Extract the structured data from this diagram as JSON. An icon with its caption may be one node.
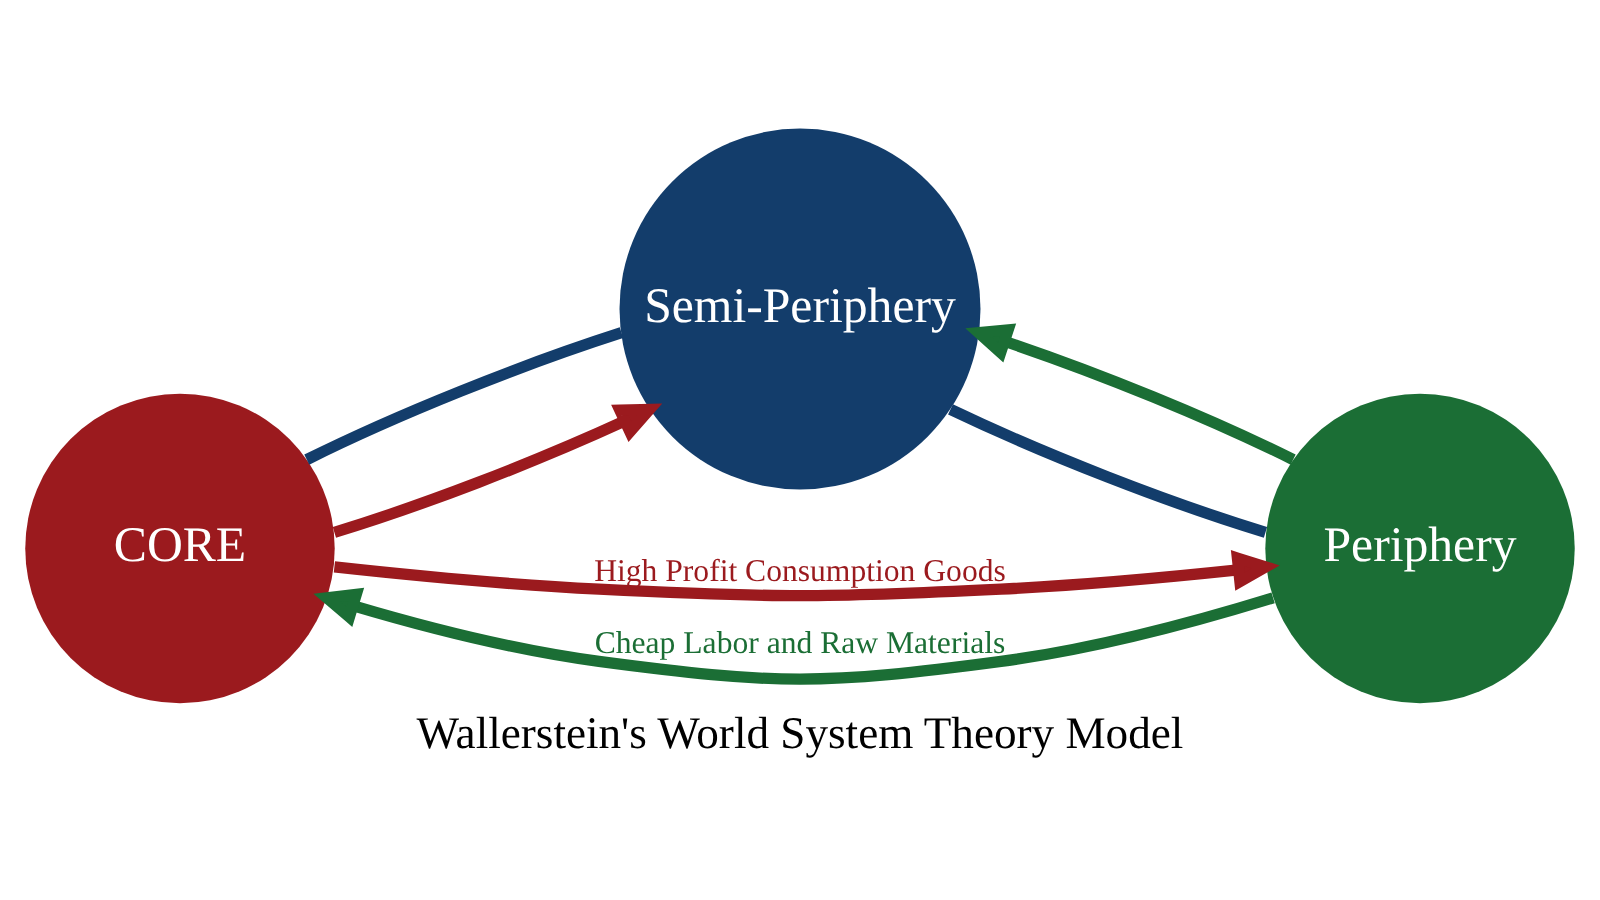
{
  "diagram": {
    "caption": "Wallerstein's World System Theory Model",
    "nodes": [
      {
        "text": [
          "CORE"
        ]
      },
      {
        "text": [
          "Semi-Periphery"
        ]
      },
      {
        "text": [
          "Periphery"
        ]
      }
    ],
    "edges": [
      {
        "from": 0,
        "to": 2,
        "arrow": "to",
        "label": "High Profit Consumption Goods",
        "color": "#9b1a1e"
      },
      {
        "from": 0,
        "to": 1,
        "arrow": "to",
        "color": "#9b1a1e"
      },
      {
        "from": 2,
        "to": 0,
        "arrow": "to",
        "label": "Cheap Labor and Raw Materials",
        "color": "#1b6e35"
      },
      {
        "from": 2,
        "to": 1,
        "arrow": "to",
        "color": "#1b6e35"
      },
      {
        "from": 1,
        "to": 2,
        "arrow": "none",
        "color": "#133d6b"
      },
      {
        "from": 1,
        "to": 0,
        "arrow": "none",
        "color": "#133d6b"
      }
    ]
  }
}
